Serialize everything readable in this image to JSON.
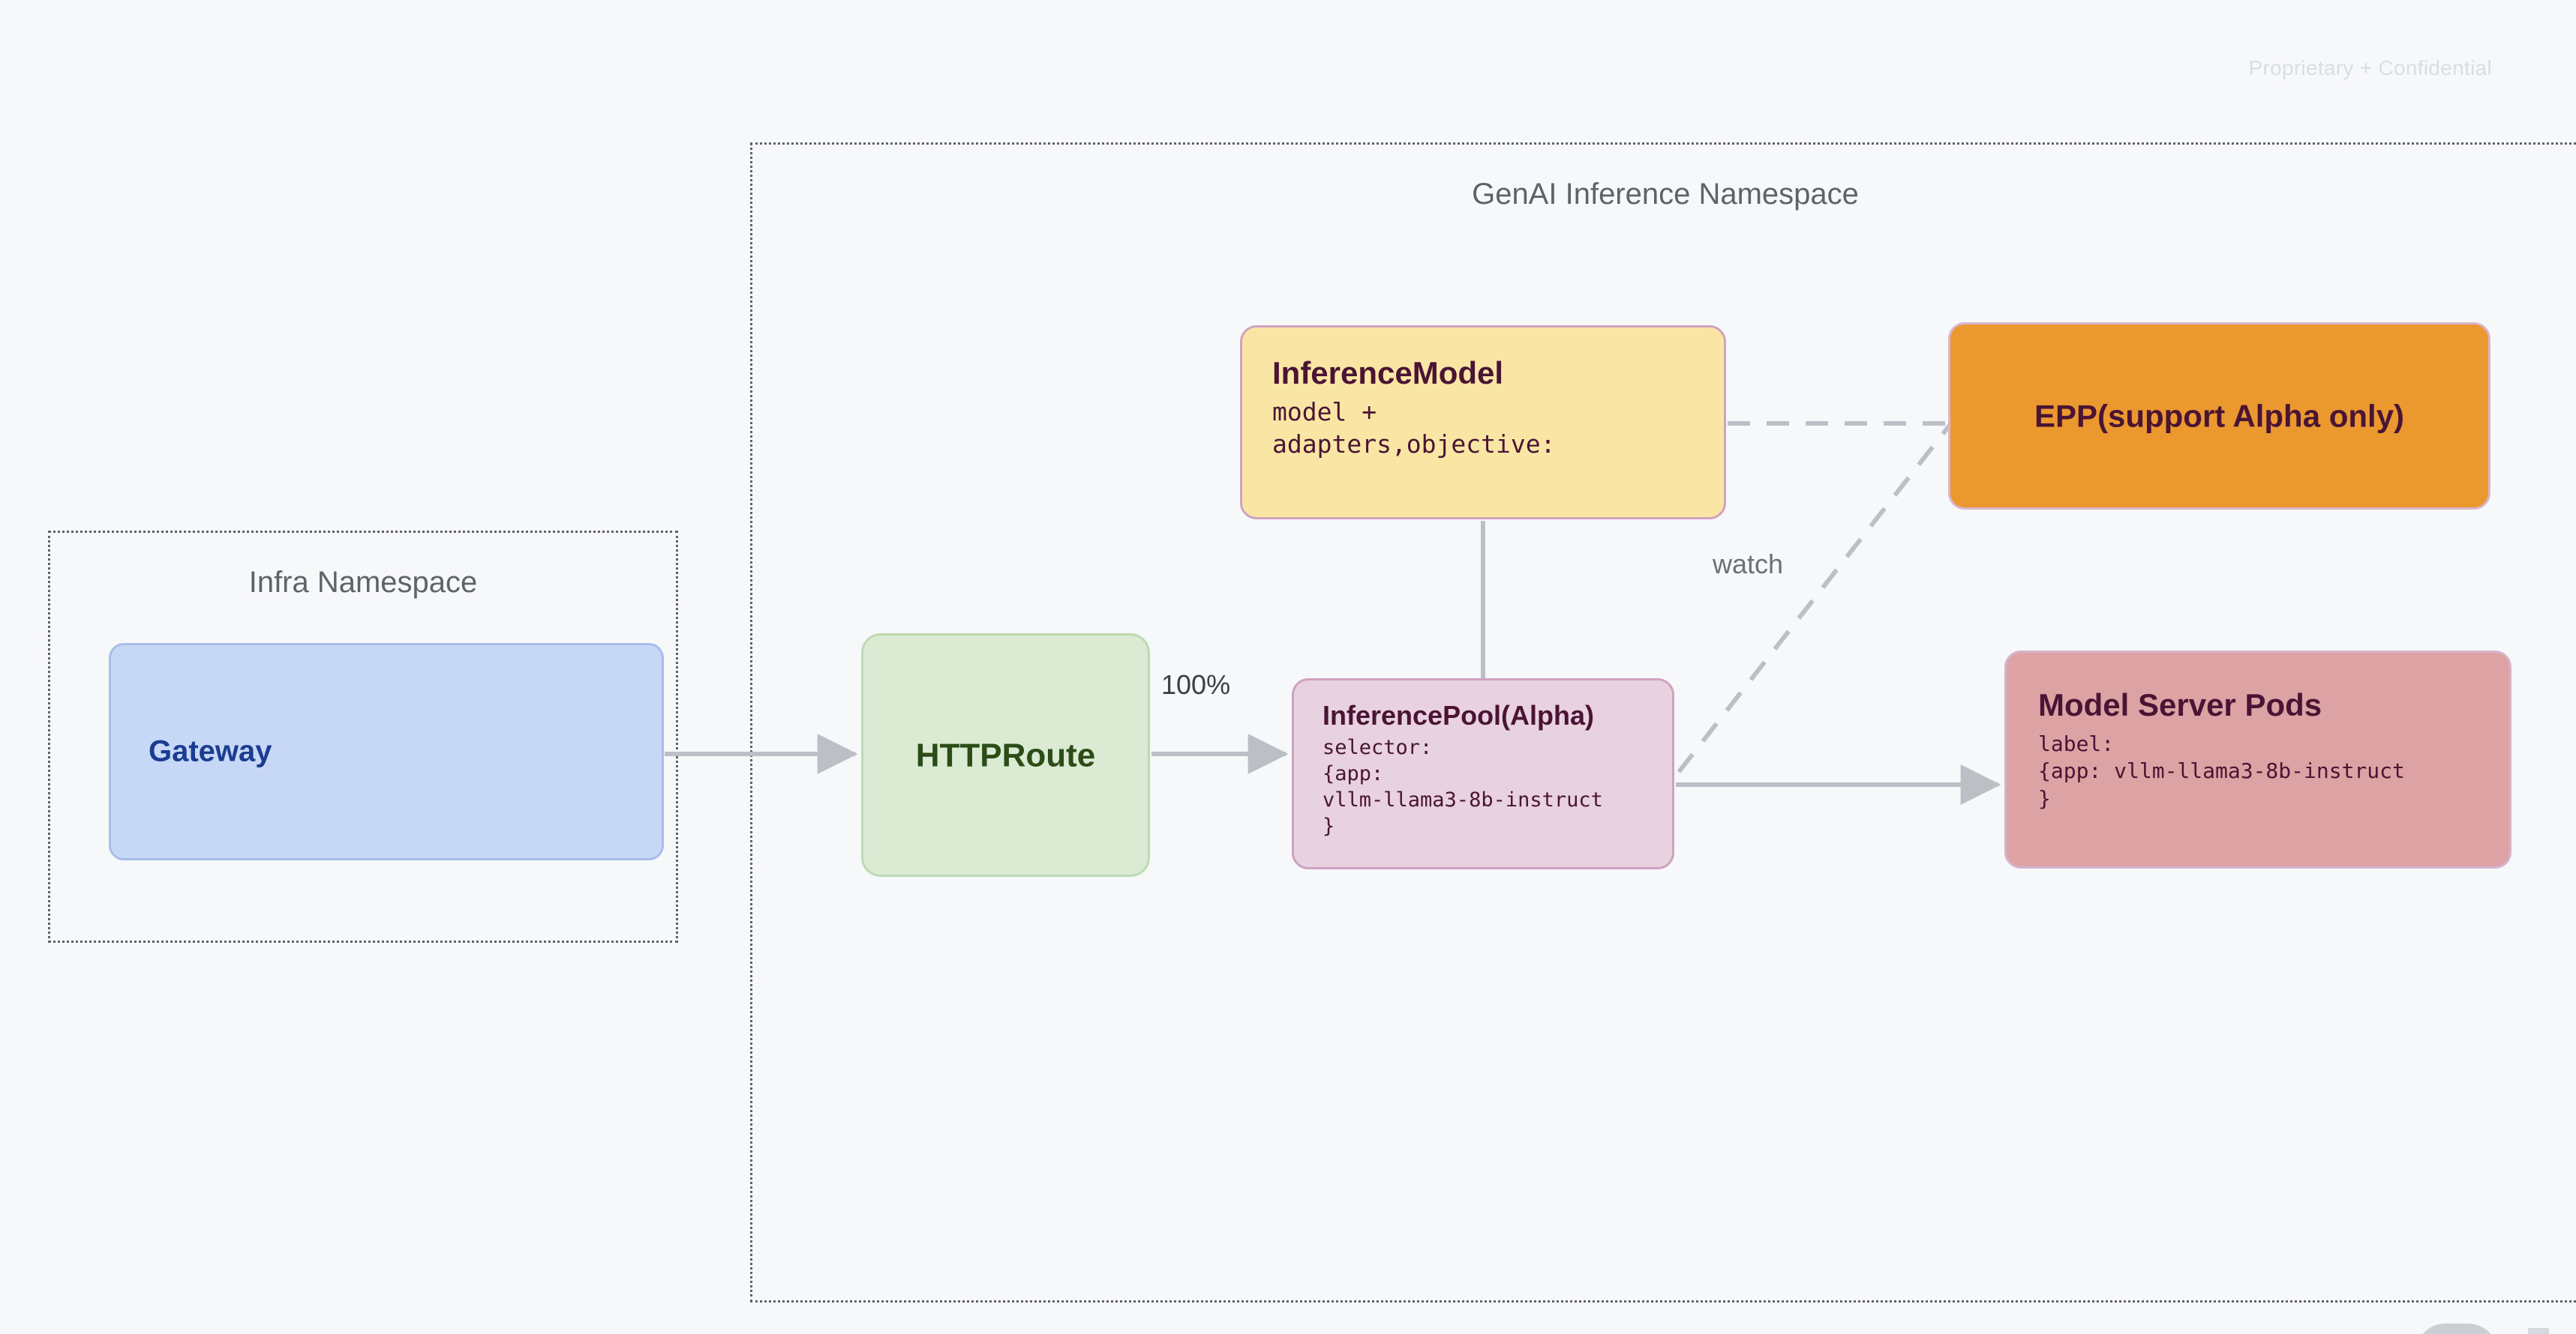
{
  "page": {
    "watermark": "Proprietary + Confidential",
    "background_color": "#f7f8fa"
  },
  "namespaces": [
    {
      "id": "infra-namespace",
      "title": "Infra Namespace",
      "border_style": "dotted",
      "border_color": "#5f6368"
    },
    {
      "id": "genai-inference-namespace",
      "title": "GenAI Inference Namespace",
      "border_style": "dotted",
      "border_color": "#5f6368"
    }
  ],
  "nodes": {
    "gateway": {
      "title": "Gateway",
      "fill": "#c7d8f7",
      "border": "#a7bdeb",
      "text_color": "#1b3c91"
    },
    "httproute": {
      "title": "HTTPRoute",
      "fill": "#dbead3",
      "border": "#bfd9b2",
      "text_color": "#2b4c16"
    },
    "inference_model": {
      "title": "InferenceModel",
      "body": "model +\nadapters,objective:",
      "fill": "#fae6a4",
      "border": "#cfa2bf",
      "text_color": "#4a1434"
    },
    "inference_pool": {
      "title": "InferencePool(Alpha)",
      "body": "selector:\n{app:\nvllm-llama3-8b-instruct\n}",
      "fill": "#e8d2e0",
      "border": "#cfa2bf",
      "text_color": "#4a1434"
    },
    "epp": {
      "title": "EPP(support Alpha only)",
      "fill": "#eb982f",
      "border": "#d9b6cd",
      "text_color": "#4a1434"
    },
    "model_server_pods": {
      "title": "Model Server Pods",
      "body": "label:\n{app: vllm-llama3-8b-instruct\n}",
      "fill": "#dda3a4",
      "border": "#d4b3cd",
      "text_color": "#4a1434"
    }
  },
  "edges": {
    "gateway_to_httproute": {
      "label": "",
      "style": "solid-arrow"
    },
    "httproute_to_inferencepool": {
      "label": "100%",
      "style": "solid-arrow"
    },
    "inferencemodel_to_inferencepool": {
      "label": "",
      "style": "solid-line"
    },
    "inferencepool_to_modelserverpods": {
      "label": "",
      "style": "solid-arrow"
    },
    "inferencemodel_to_epp": {
      "label": "",
      "style": "dashed"
    },
    "inferencepool_to_epp": {
      "label": "watch",
      "style": "dashed"
    }
  },
  "colors": {
    "edge_line": "#bcc0c6",
    "edge_text": "#3c4043",
    "namespace_text": "#5f6368",
    "watermark_text": "#dadde1"
  }
}
